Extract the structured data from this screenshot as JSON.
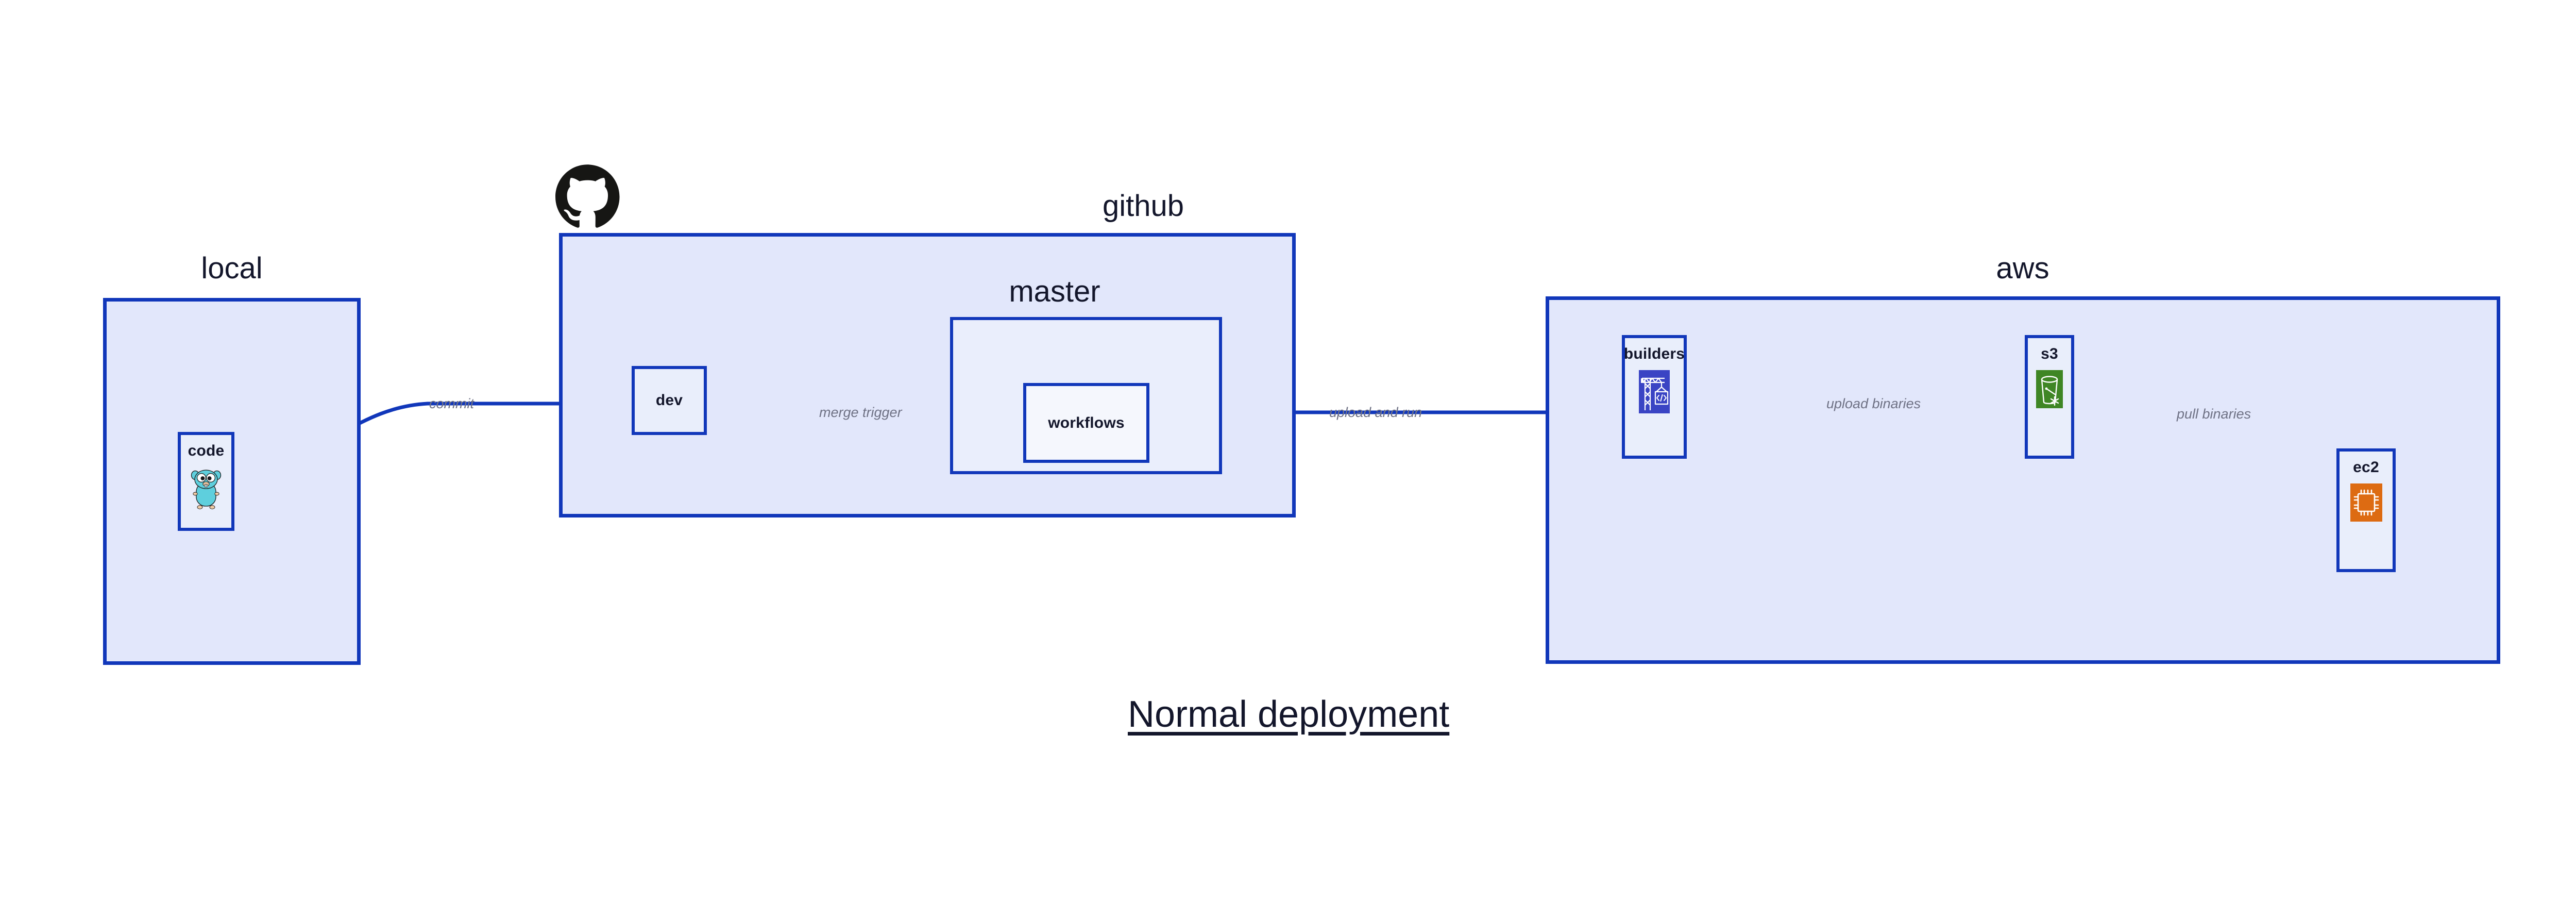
{
  "diagram": {
    "title": "Normal deployment",
    "colors": {
      "group_border": "#1137ba",
      "group_fill": "#e2e7fb",
      "sub_group_fill": "#eaeefc",
      "node_fill": "#e9eefb",
      "edge_stroke": "#1137ba",
      "edge_label_text": "#6f7285",
      "node_label_text": "#13162b",
      "go_gopher": "#5ecfdd",
      "builders_icon_bg": "#3a44c4",
      "s3_icon_bg": "#3f8624",
      "ec2_icon_bg": "#dd6b12",
      "github_logo": "#161614",
      "page_background": "#ffffff"
    }
  },
  "groups": [
    {
      "id": "local",
      "label": "local"
    },
    {
      "id": "github",
      "label": "github"
    },
    {
      "id": "master",
      "label": "master"
    },
    {
      "id": "aws",
      "label": "aws"
    }
  ],
  "nodes": [
    {
      "id": "code",
      "label": "code",
      "icon": "go-gopher-icon"
    },
    {
      "id": "dev",
      "label": "dev",
      "icon": "none"
    },
    {
      "id": "workflows",
      "label": "workflows",
      "icon": "none"
    },
    {
      "id": "builders",
      "label": "builders",
      "icon": "aws-crane-builders-icon"
    },
    {
      "id": "s3",
      "label": "s3",
      "icon": "aws-s3-bucket-icon"
    },
    {
      "id": "ec2",
      "label": "ec2",
      "icon": "aws-ec2-chip-icon"
    }
  ],
  "edges": [
    {
      "id": "commit",
      "label": "commit",
      "from": "code",
      "to": "dev"
    },
    {
      "id": "merge-trigger",
      "label": "merge trigger",
      "from": "dev",
      "to": "workflows"
    },
    {
      "id": "upload-and-run",
      "label": "upload and run",
      "from": "workflows",
      "to": "builders"
    },
    {
      "id": "upload-binaries",
      "label": "upload binaries",
      "from": "builders",
      "to": "s3"
    },
    {
      "id": "pull-binaries",
      "label": "pull binaries",
      "from": "s3",
      "to": "ec2"
    }
  ],
  "logos": [
    {
      "id": "github-octocat",
      "name": "github-logo-icon"
    }
  ]
}
